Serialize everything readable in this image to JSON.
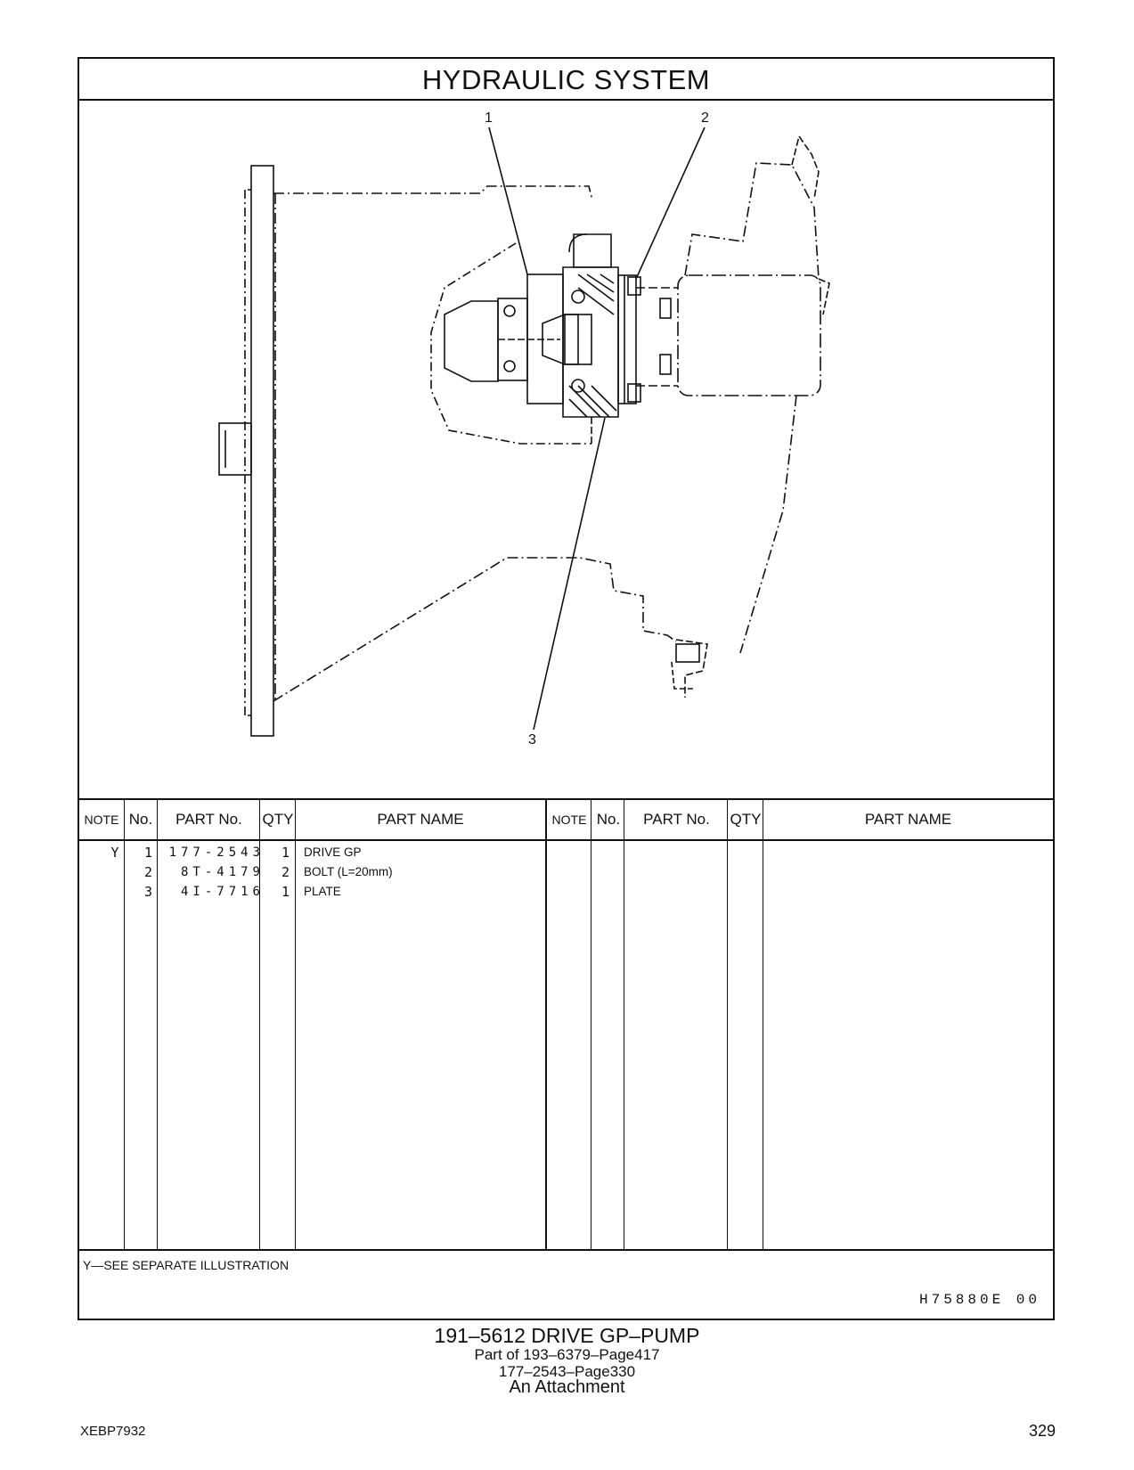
{
  "section_title": "HYDRAULIC   SYSTEM",
  "callouts": {
    "c1": "1",
    "c2": "2",
    "c3": "3"
  },
  "table": {
    "headers": {
      "note": "NOTE",
      "no": "No.",
      "part_no": "PART No.",
      "qty": "QTY",
      "part_name": "PART NAME"
    },
    "rows": [
      {
        "note": "Y",
        "no": "1",
        "part_no": "177-2543",
        "qty": "1",
        "name": "DRIVE  GP"
      },
      {
        "note": "",
        "no": "2",
        "part_no": "8T-4179",
        "qty": "2",
        "name": "BOLT (L=20mm)"
      },
      {
        "note": "",
        "no": "3",
        "part_no": "4I-7716",
        "qty": "1",
        "name": "PLATE"
      }
    ]
  },
  "footnote": "Y—SEE  SEPARATE  ILLUSTRATION",
  "doc_ref": "H75880E   00",
  "caption": {
    "line1": "191–5612   DRIVE  GP–PUMP",
    "line2": "Part of 193–6379–Page417",
    "line3": "177–2543–Page330",
    "line4": "An Attachment"
  },
  "publication": "XEBP7932",
  "page_number": "329"
}
